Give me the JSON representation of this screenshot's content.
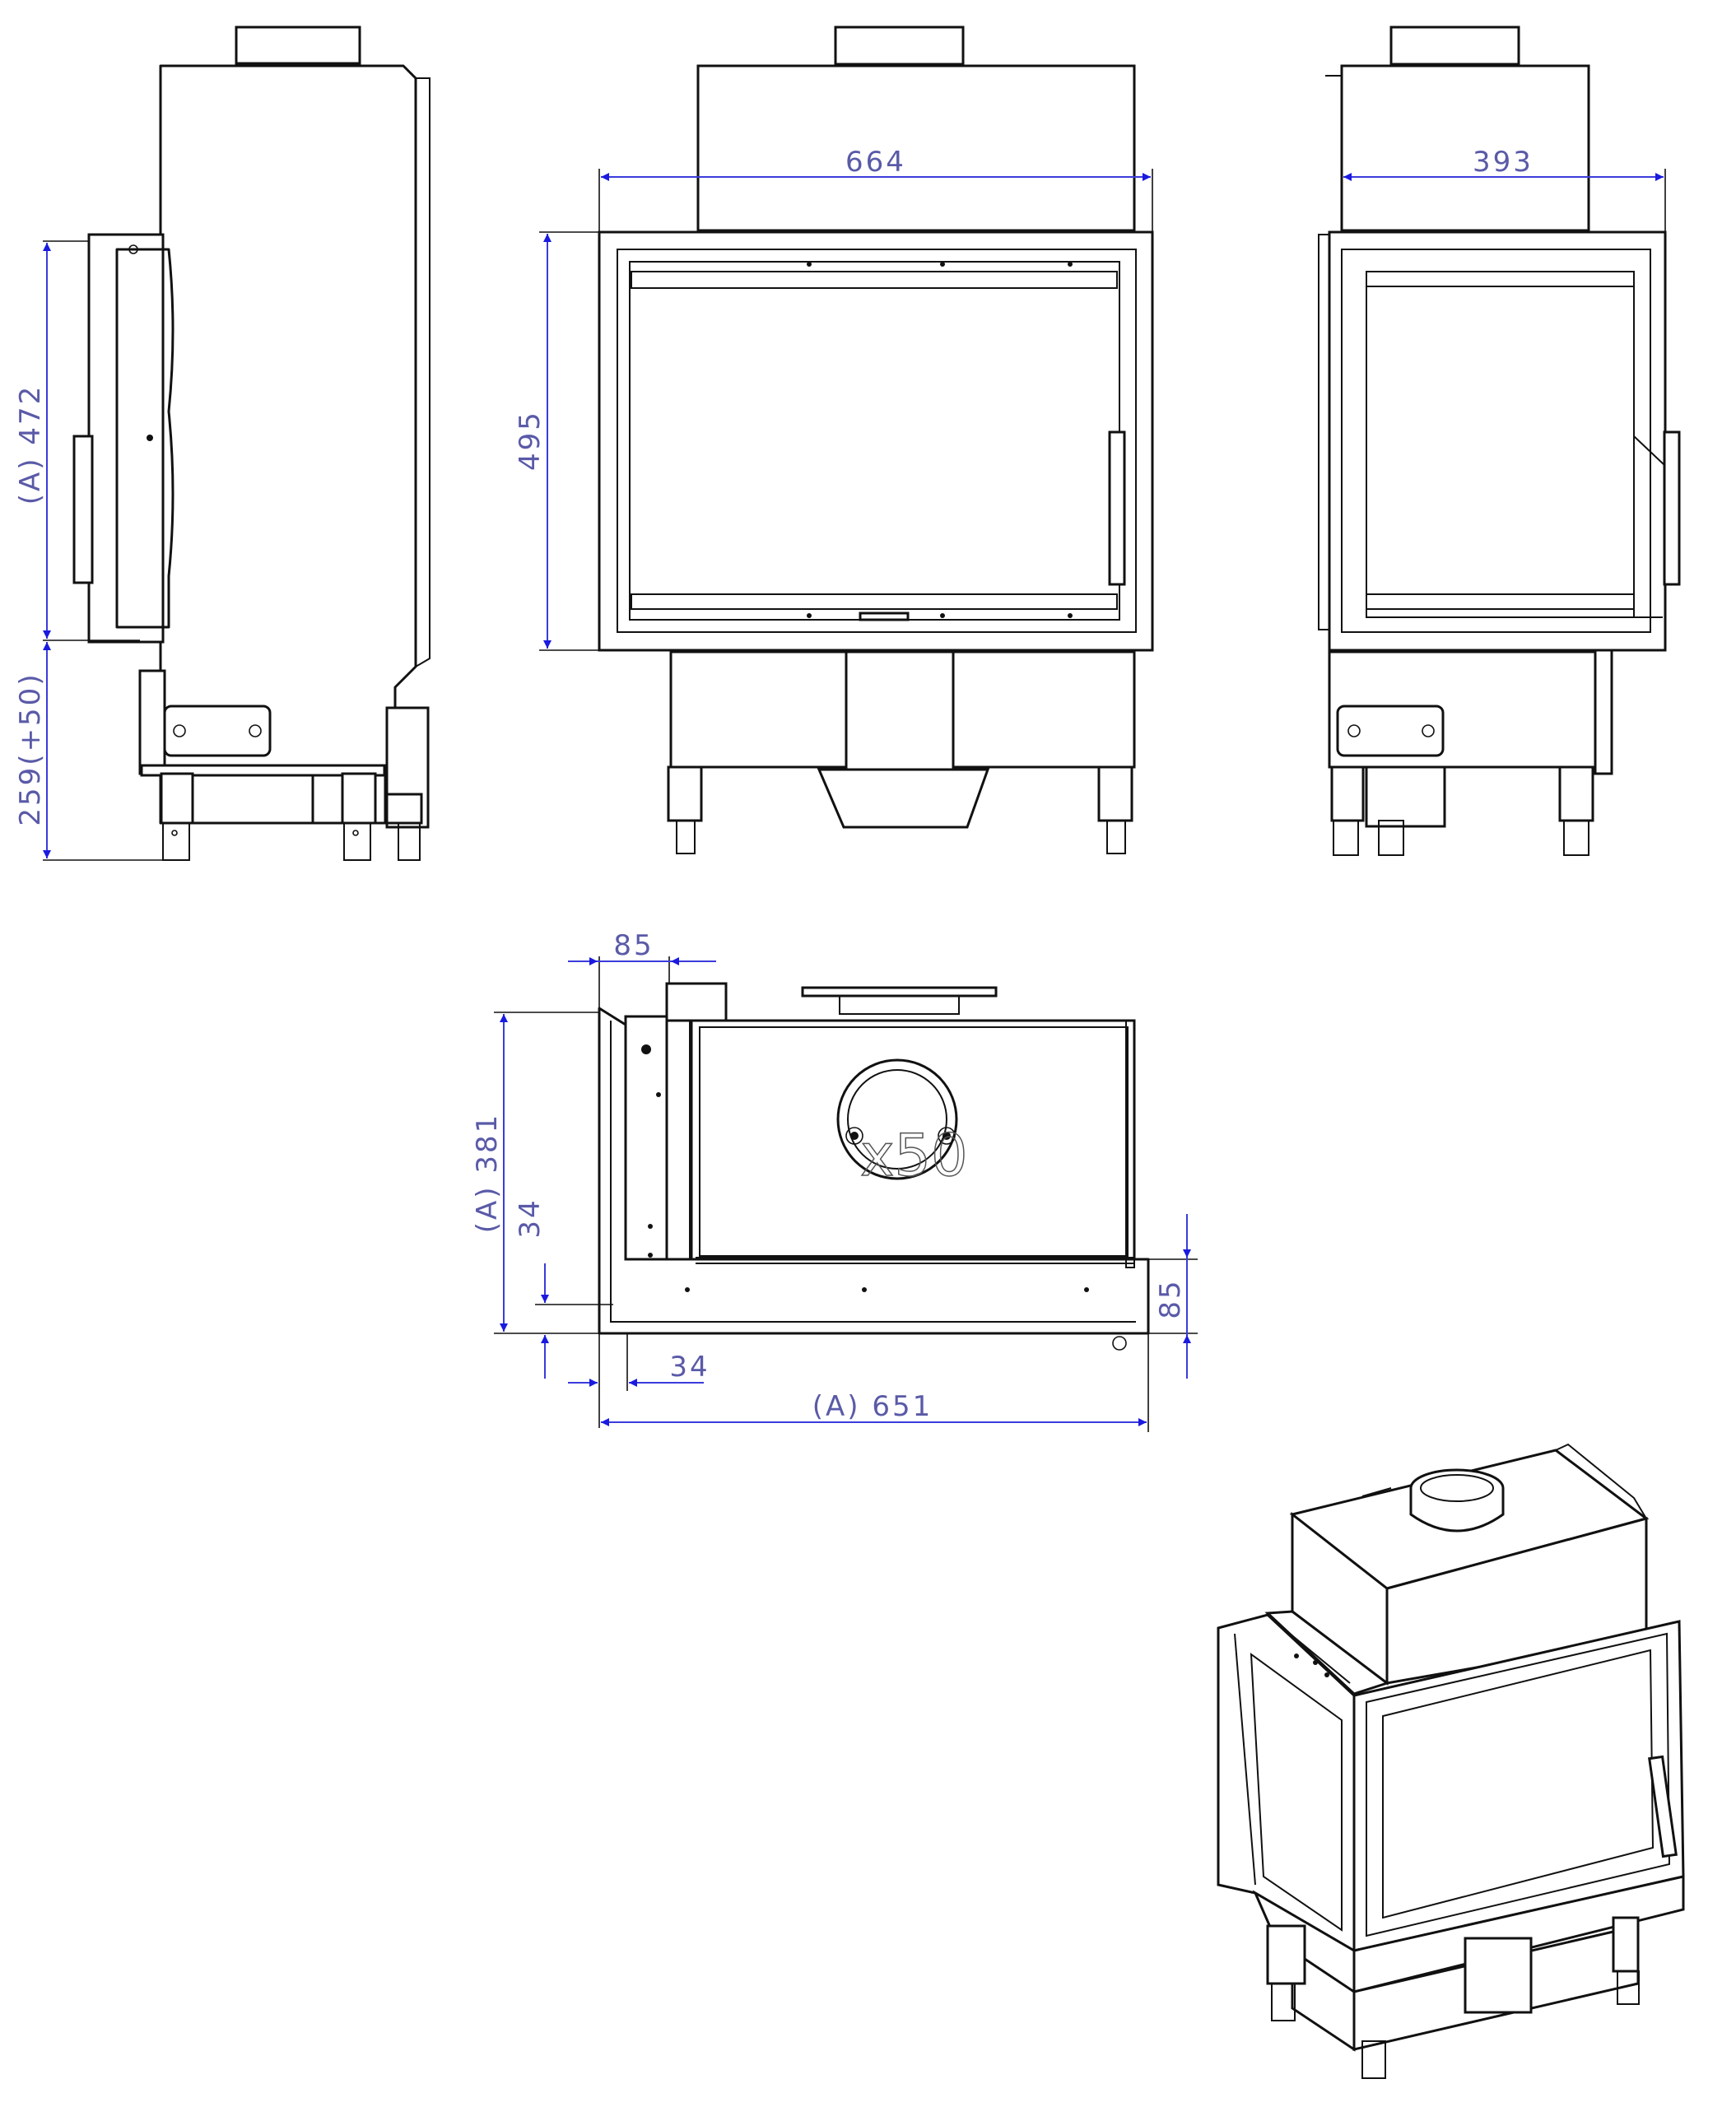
{
  "dimensions": {
    "side_left_height_a": "(A) 472",
    "side_left_base_height": "259(+50)",
    "front_width": "664",
    "front_height": "495",
    "side_right_width": "393",
    "top_offset_upper": "85",
    "top_depth_a": "(A) 381",
    "top_inner_offset": "34",
    "top_bottom_offset": "34",
    "top_right_offset": "85",
    "top_width_a": "(A) 651"
  },
  "flue_label": "x50",
  "colors": {
    "dimension_line": "#3b3bdc",
    "arrow": "#1a1ae0",
    "dimension_text": "#5a5aa8",
    "outline": "#111111"
  }
}
